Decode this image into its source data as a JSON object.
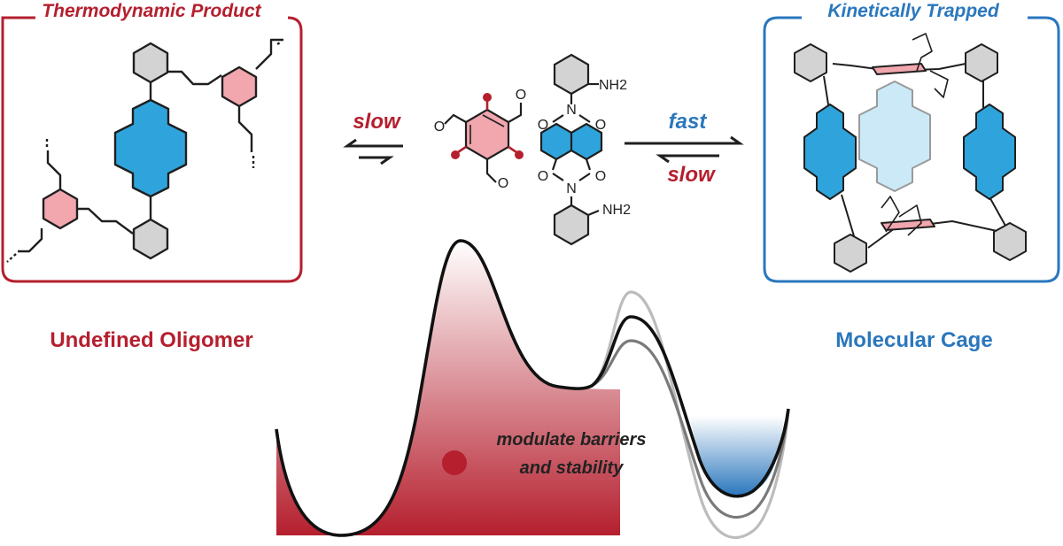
{
  "colors": {
    "red": "#b51f2e",
    "blue": "#2a77bd",
    "cyan": "#2fa4dc",
    "pink": "#f2a6ad",
    "gray": "#d3d3d3",
    "ink": "#1f1f1f"
  },
  "left_box": {
    "title": "Thermodynamic Product",
    "label": "Undefined Oligomer"
  },
  "right_box": {
    "title": "Kinetically Trapped",
    "label": "Molecular Cage"
  },
  "equilibrium_left": {
    "top_rate": "slow"
  },
  "equilibrium_right": {
    "top_rate": "fast",
    "bottom_rate": "slow"
  },
  "molecule": {
    "o_label": "O",
    "n_label": "N",
    "amine_top": "NH2",
    "amine_bottom": "NH2"
  },
  "legend": {
    "line1": "modulate barriers",
    "line2": "and stability"
  },
  "energy_curves": [
    {
      "shade": "light",
      "barrier_rank": 1
    },
    {
      "shade": "black",
      "barrier_rank": 2
    },
    {
      "shade": "mid",
      "barrier_rank": 3
    }
  ]
}
